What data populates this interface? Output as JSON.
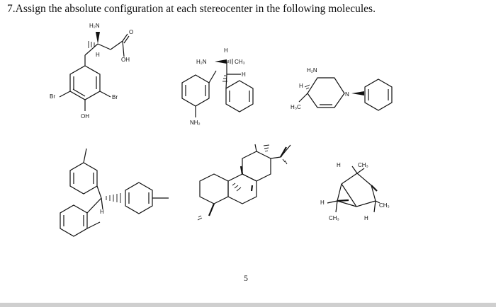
{
  "question": {
    "text": "7.Assign the absolute configuration at each stereocenter in the following molecules."
  },
  "page": {
    "number": "5"
  },
  "molecule_1": {
    "nh2": "H₂N",
    "h": "H",
    "oh_acid": "OH",
    "o": "O",
    "br_left": "Br",
    "br_right": "Br",
    "oh_phenol": "OH"
  },
  "molecule_2": {
    "h2n": "H₂N",
    "h_top": "H",
    "ch3": "CH₃",
    "h_mid": "H",
    "nh2": "NH₂"
  },
  "molecule_3": {
    "h2n": "H₂N",
    "h": "H",
    "h3c": "H₃C",
    "n": "N"
  },
  "molecule_4": {
    "h": "H"
  },
  "molecule_6": {
    "h_top": "H",
    "ch3_top": "CH₃",
    "h_left": "H",
    "ch3_right": "CH₃",
    "ch3_bottom": "CH₃",
    "h_bottom": "H"
  }
}
